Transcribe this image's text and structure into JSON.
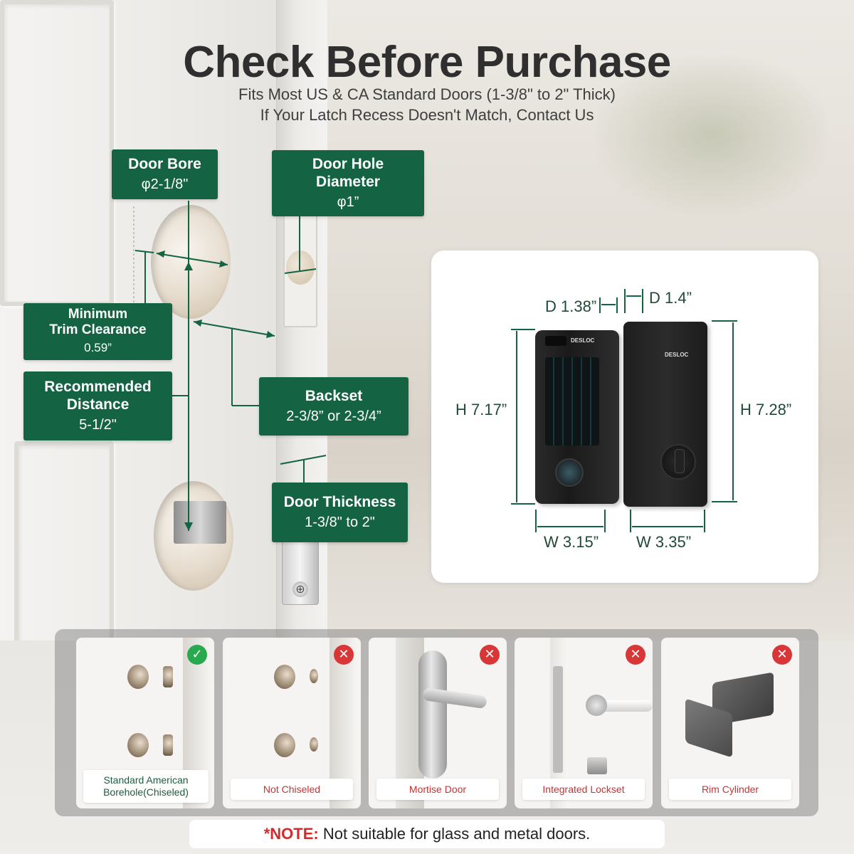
{
  "header": {
    "title": "Check Before Purchase",
    "subtitle_line1": "Fits Most US & CA Standard Doors (1-3/8\" to 2\" Thick)",
    "subtitle_line2": "If Your Latch Recess Doesn't Match, Contact Us"
  },
  "callouts": {
    "door_bore": {
      "title": "Door Bore",
      "value": "φ2-1/8\""
    },
    "door_hole_diameter": {
      "title_line1": "Door Hole",
      "title_line2": "Diameter",
      "value": "φ1”"
    },
    "min_trim_clearance": {
      "title_line1": "Minimum",
      "title_line2": "Trim Clearance",
      "value": "0.59”"
    },
    "recommended_distance": {
      "title_line1": "Recommended",
      "title_line2": "Distance",
      "value": "5-1/2\""
    },
    "backset": {
      "title": "Backset",
      "value": "2-3/8” or 2-3/4”"
    },
    "door_thickness": {
      "title": "Door Thickness",
      "value": "1-3/8\" to 2\""
    }
  },
  "product": {
    "brand": "DESLOC",
    "front_depth": "D 1.38”",
    "back_depth": "D 1.4”",
    "front_height": "H 7.17”",
    "back_height": "H 7.28”",
    "front_width": "W 3.15”",
    "back_width": "W 3.35”"
  },
  "door_types": [
    {
      "label": "Standard American Borehole(Chiseled)",
      "status": "compatible",
      "icon": "check-icon",
      "color": "#28a94e"
    },
    {
      "label": "Not Chiseled",
      "status": "incompatible",
      "icon": "cross-icon",
      "color": "#d93737"
    },
    {
      "label": "Mortise Door",
      "status": "incompatible",
      "icon": "cross-icon",
      "color": "#d93737"
    },
    {
      "label": "Integrated Lockset",
      "status": "incompatible",
      "icon": "cross-icon",
      "color": "#d93737"
    },
    {
      "label": "Rim Cylinder",
      "status": "incompatible",
      "icon": "cross-icon",
      "color": "#d93737"
    }
  ],
  "note": {
    "label": "*NOTE:",
    "text": "Not suitable for glass and metal doors."
  },
  "colors": {
    "accent_green": "#146343",
    "check_green": "#28a94e",
    "cross_red": "#d93737",
    "note_red": "#d32b2b"
  },
  "icons": {
    "check": "✓",
    "cross": "✕"
  }
}
